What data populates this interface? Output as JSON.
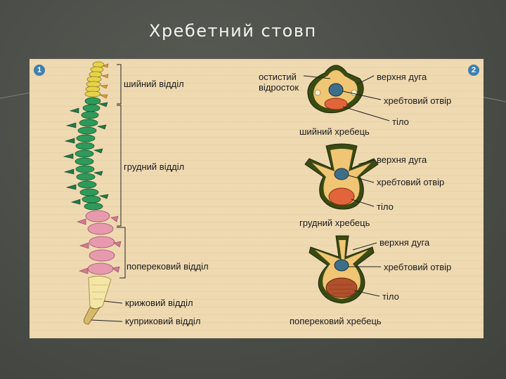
{
  "slide": {
    "title": "Хребетний стовп"
  },
  "figure": {
    "badge_left": "1",
    "badge_right": "2",
    "spine_regions": [
      {
        "key": "cervical",
        "label": "шийний відділ",
        "color": "#e8d24a"
      },
      {
        "key": "thoracic",
        "label": "грудний відділ",
        "color": "#2e9a5a"
      },
      {
        "key": "lumbar",
        "label": "поперековий відділ",
        "color": "#e79aae"
      },
      {
        "key": "sacral",
        "label": "крижовий відділ",
        "color": "#f4e6a6"
      },
      {
        "key": "coccygeal",
        "label": "куприковий відділ",
        "color": "#d8b86a"
      }
    ],
    "vertebrae": [
      {
        "key": "cervical",
        "caption": "шийний хребець",
        "parts": {
          "spinous": "остистий відросток",
          "arch": "верхня дуга",
          "foramen": "хребтовий отвір",
          "body": "тіло"
        }
      },
      {
        "key": "thoracic",
        "caption": "грудний хребець",
        "parts": {
          "arch": "верхня дуга",
          "foramen": "хребтовий отвір",
          "body": "тіло"
        }
      },
      {
        "key": "lumbar",
        "caption": "поперековий хребець",
        "parts": {
          "arch": "верхня дуга",
          "foramen": "хребтовий отвір",
          "body": "тіло"
        }
      }
    ]
  }
}
